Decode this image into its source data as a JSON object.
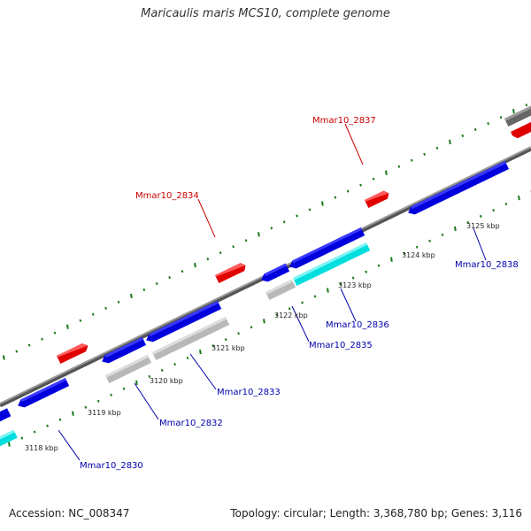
{
  "title": "Maricaulis maris MCS10, complete genome",
  "footer": {
    "accession": "Accession: NC_008347",
    "summary": "Topology: circular; Length: 3,368,780 bp; Genes: 3,116"
  },
  "colors": {
    "backbone": "#777777",
    "tick": "#1a7a1a",
    "forward_gene": "#e00000",
    "reverse_gene": "#0000dd",
    "reverse_label": "#0000aa",
    "forward_label": "#cc0000",
    "cyan_feature": "#00dede",
    "gray_feature": "#b8b8b8",
    "dark_gray_feature": "#666666"
  },
  "kbp_labels": [
    {
      "text": "3118 kbp"
    },
    {
      "text": "3119 kbp"
    },
    {
      "text": "3120 kbp"
    },
    {
      "text": "3121 kbp"
    },
    {
      "text": "3122 kbp"
    },
    {
      "text": "3123 kbp"
    },
    {
      "text": "3124 kbp"
    },
    {
      "text": "3125 kbp"
    }
  ],
  "gene_labels": [
    {
      "text": "Mmar10_2834",
      "strand": "forward"
    },
    {
      "text": "Mmar10_2837",
      "strand": "forward"
    },
    {
      "text": "Mmar10_2830",
      "strand": "reverse"
    },
    {
      "text": "Mmar10_2832",
      "strand": "reverse"
    },
    {
      "text": "Mmar10_2833",
      "strand": "reverse"
    },
    {
      "text": "Mmar10_2835",
      "strand": "reverse"
    },
    {
      "text": "Mmar10_2836",
      "strand": "reverse"
    },
    {
      "text": "Mmar10_2838",
      "strand": "reverse"
    }
  ]
}
